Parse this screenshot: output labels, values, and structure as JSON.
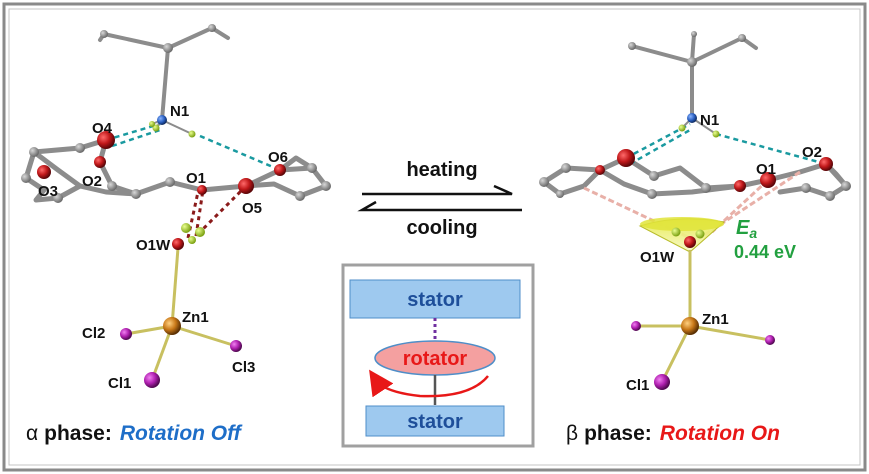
{
  "left_molecule": {
    "atoms": {
      "N1": "N1",
      "O4": "O4",
      "O2": "O2",
      "O3": "O3",
      "O1": "O1",
      "O6": "O6",
      "O5": "O5",
      "O1W": "O1W",
      "Zn1": "Zn1",
      "Cl2": "Cl2",
      "Cl3": "Cl3",
      "Cl1": "Cl1"
    },
    "phase_symbol": "α",
    "phase_word": "phase:",
    "state": "Rotation Off"
  },
  "right_molecule": {
    "atoms": {
      "N1": "N1",
      "O2": "O2",
      "O1": "O1",
      "O1W": "O1W",
      "Zn1": "Zn1",
      "Cl1": "Cl1"
    },
    "energy_symbol": "E",
    "energy_subscript": "a",
    "energy_value": "0.44 eV",
    "phase_symbol": "β",
    "phase_word": "phase:",
    "state": "Rotation On"
  },
  "transition": {
    "forward": "heating",
    "backward": "cooling"
  },
  "schematic": {
    "top": "stator",
    "middle": "rotator",
    "bottom": "stator"
  },
  "colors": {
    "frame": "#8a8a8a",
    "bond": "#8c8c8c",
    "oxygen": "#c0181a",
    "nitrogen": "#2a5fc0",
    "zinc": "#c87818",
    "chlorine": "#b020b0",
    "hbond_cyan": "#1a9aa0",
    "hbond_red": "#8a1a1a",
    "hydrogen": "#a8d020",
    "off_text": "#1e6ec8",
    "on_text": "#e81818",
    "energy_text": "#22a040",
    "stator_fill": "#9ec9ef",
    "rotator_fill": "#f4a0a0"
  }
}
